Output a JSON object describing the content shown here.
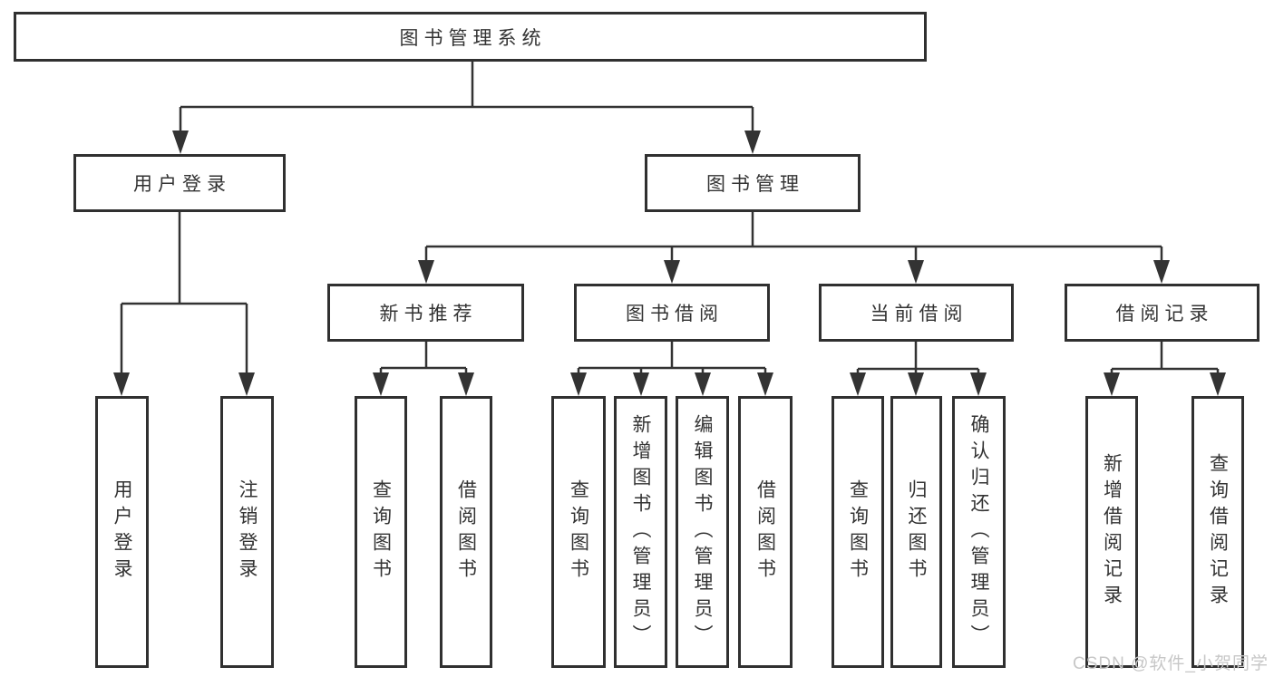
{
  "diagram": {
    "root": {
      "label": "图书管理系统"
    },
    "branches": [
      {
        "label": "用户登录",
        "children": [
          {
            "label": "用户登录"
          },
          {
            "label": "注销登录"
          }
        ]
      },
      {
        "label": "图书管理",
        "children": [
          {
            "label": "新书推荐",
            "children": [
              {
                "label": "查询图书"
              },
              {
                "label": "借阅图书"
              }
            ]
          },
          {
            "label": "图书借阅",
            "children": [
              {
                "label": "查询图书"
              },
              {
                "label": "新增图书（管理员）"
              },
              {
                "label": "编辑图书（管理员）"
              },
              {
                "label": "借阅图书"
              }
            ]
          },
          {
            "label": "当前借阅",
            "children": [
              {
                "label": "查询图书"
              },
              {
                "label": "归还图书"
              },
              {
                "label": "确认归还（管理员）"
              }
            ]
          },
          {
            "label": "借阅记录",
            "children": [
              {
                "label": "新增借阅记录"
              },
              {
                "label": "查询借阅记录"
              }
            ]
          }
        ]
      }
    ]
  },
  "watermark": {
    "text": "CSDN @软件_小贺同学"
  },
  "colors": {
    "line": "#333333",
    "box_border": "#303030",
    "box_fill": "#ffffff",
    "text": "#333333",
    "watermark": "#c7c7c7",
    "background": "#ffffff"
  }
}
